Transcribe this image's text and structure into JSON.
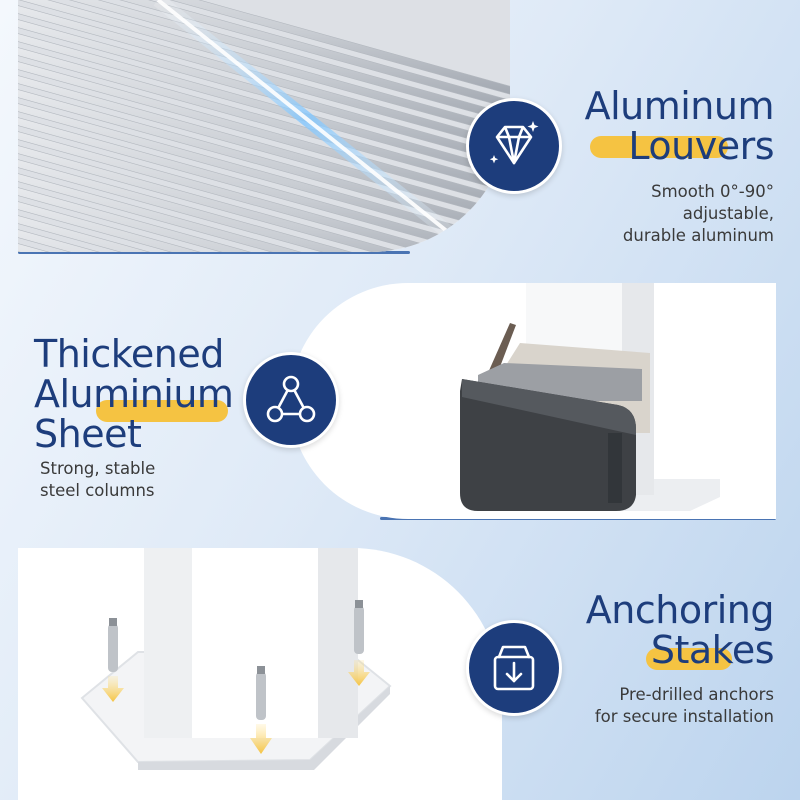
{
  "features": [
    {
      "title_line1": "Aluminum",
      "title_line2": "Louvers",
      "description_line1": "Smooth 0°-90°",
      "description_line2": "adjustable,",
      "description_line3": "durable aluminum",
      "icon": "diamond-icon"
    },
    {
      "title_line1": "Thickened",
      "title_line2": "Aluminium",
      "title_line3": "Sheet",
      "description_line1": "Strong, stable",
      "description_line2": "steel columns",
      "icon": "triangle-nodes-icon"
    },
    {
      "title_line1": "Anchoring",
      "title_line2": "Stakes",
      "description_line1": "Pre-drilled anchors",
      "description_line2": "for secure installation",
      "icon": "download-box-icon"
    }
  ],
  "colors": {
    "navy": "#1d3d7c",
    "highlight": "#f5c342",
    "accent_line": "#4a74b3",
    "text": "#3a3a3a"
  }
}
